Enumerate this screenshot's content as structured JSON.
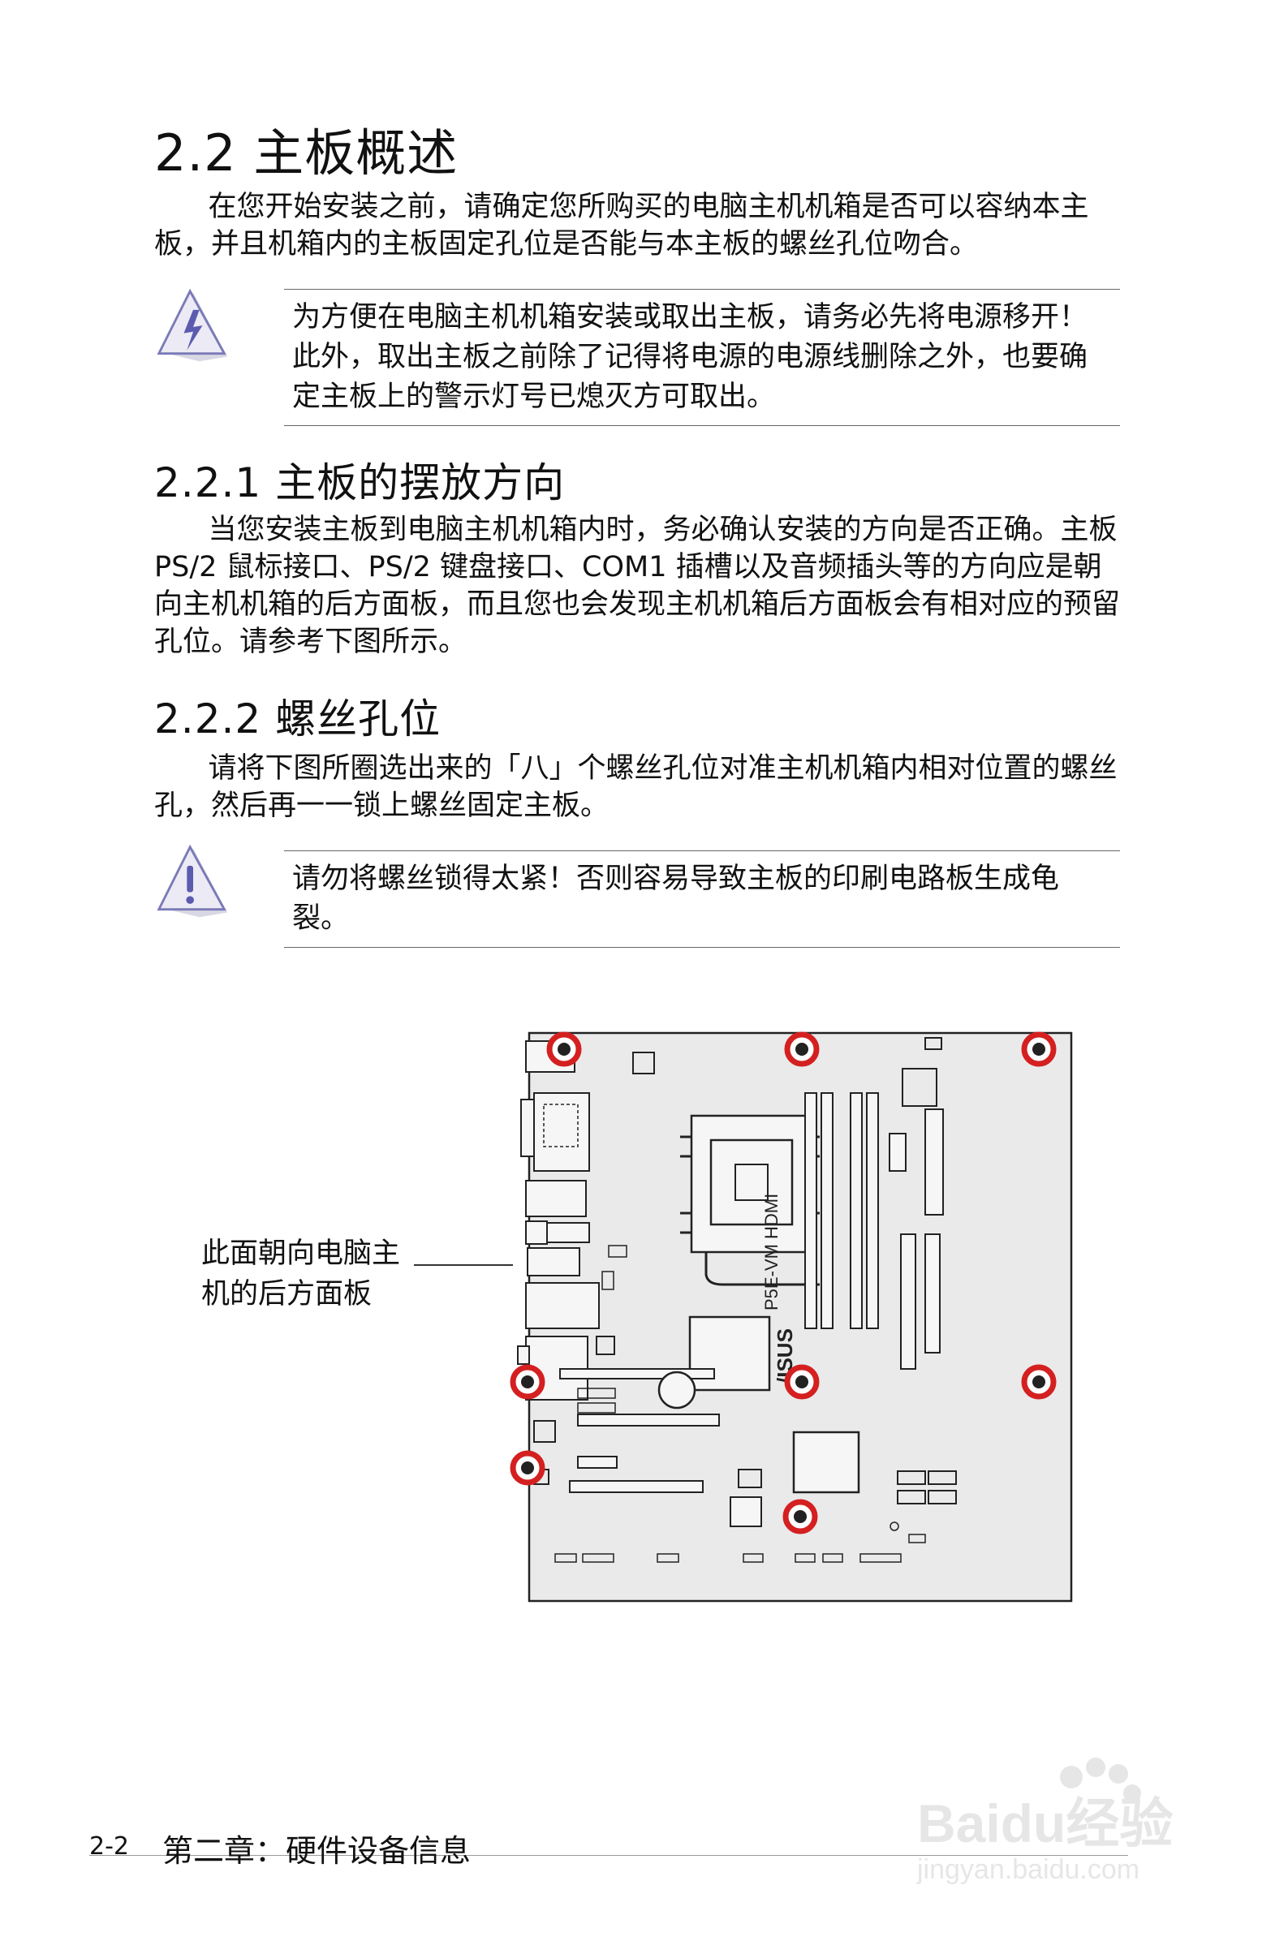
{
  "section": {
    "title": "2.2 主板概述",
    "intro": "在您开始安装之前，请确定您所购买的电脑主机机箱是否可以容纳本主板，并且机箱内的主板固定孔位是否能与本主板的螺丝孔位吻合。"
  },
  "warning_note": {
    "line1": "为方便在电脑主机机箱安装或取出主板，请务必先将电源移开！",
    "line2": "此外，取出主板之前除了记得将电源的电源线删除之外，也要确",
    "line3": "定主板上的警示灯号已熄灭方可取出。"
  },
  "subsection1": {
    "title": "2.2.1 主板的摆放方向",
    "text": "当您安装主板到电脑主机机箱内时，务必确认安装的方向是否正确。主板 PS/2 鼠标接口、PS/2 键盘接口、COM1 插槽以及音频插头等的方向应是朝向主机机箱的后方面板，而且您也会发现主机机箱后方面板会有相对应的预留孔位。请参考下图所示。"
  },
  "subsection2": {
    "title": "2.2.2 螺丝孔位",
    "text": "请将下图所圈选出来的「八」个螺丝孔位对准主机机箱内相对位置的螺丝孔，然后再一一锁上螺丝固定主板。"
  },
  "caution_note": {
    "line1": "请勿将螺丝锁得太紧！否则容易导致主板的印刷电路板生成龟",
    "line2": "裂。"
  },
  "figure": {
    "label_line1": "此面朝向电脑主",
    "label_line2": "机的后方面板",
    "board_model": "P5E-VM HDMI",
    "brand": "/ISUS",
    "screw_hole_count": 8
  },
  "footer": {
    "page_number": "2-2",
    "chapter_title": "第二章：硬件设备信息"
  },
  "watermark": {
    "brand": "Baidu经验",
    "url": "jingyan.baidu.com"
  },
  "colors": {
    "screw_ring": "#d42020",
    "board_fill": "#eaeaea",
    "icon_fill": "#e6e6ee",
    "icon_mark": "#6b6bb0"
  }
}
